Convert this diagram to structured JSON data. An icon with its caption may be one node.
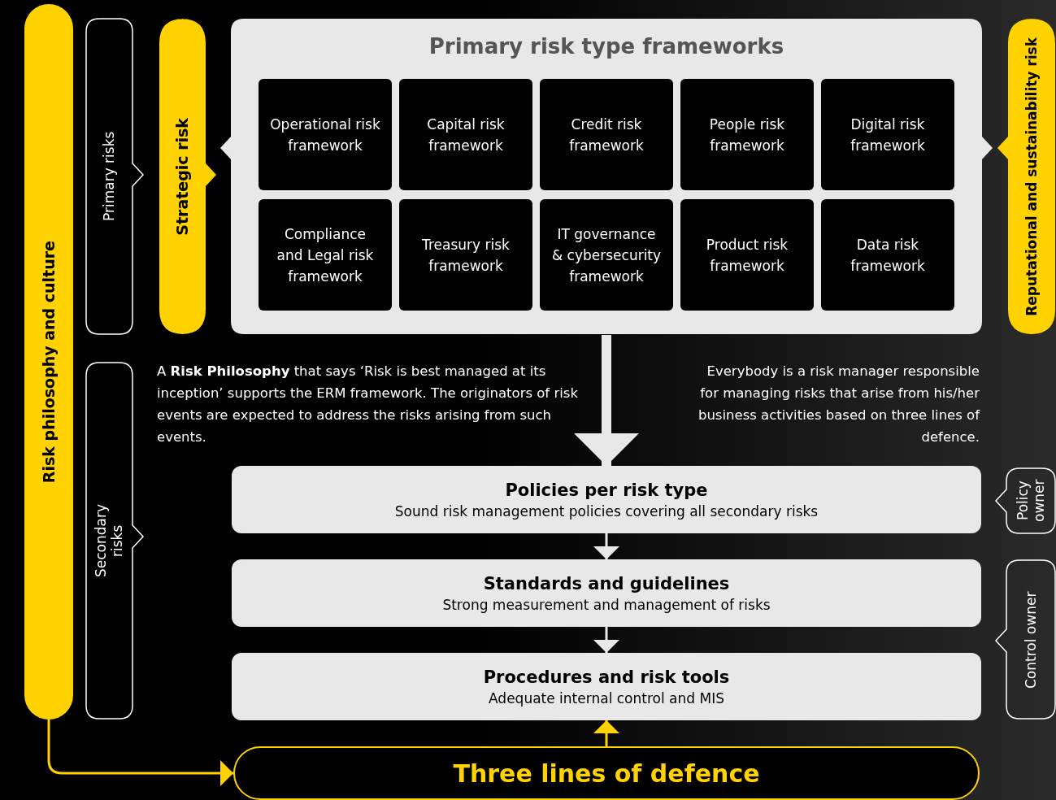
{
  "diagram": {
    "nodes": [
      {
        "text": [
          "Risk philosophy and culture"
        ]
      },
      {
        "text": [
          "Primary risks"
        ]
      },
      {
        "text": [
          "Secondary risks"
        ]
      },
      {
        "text": [
          "Strategic risk"
        ]
      },
      {
        "text": [
          "Primary risk type frameworks"
        ]
      },
      {
        "text": [
          "Operational risk framework"
        ],
        "in": 4
      },
      {
        "text": [
          "Capital risk framework"
        ],
        "in": 4
      },
      {
        "text": [
          "Credit risk framework"
        ],
        "in": 4
      },
      {
        "text": [
          "People risk framework"
        ],
        "in": 4
      },
      {
        "text": [
          "Digital risk framework"
        ],
        "in": 4
      },
      {
        "text": [
          "Compliance and Legal risk framework"
        ],
        "in": 4
      },
      {
        "text": [
          "Treasury risk framework"
        ],
        "in": 4
      },
      {
        "text": [
          "IT governance & cybersecurity framework"
        ],
        "in": 4
      },
      {
        "text": [
          "Product risk framework"
        ],
        "in": 4
      },
      {
        "text": [
          "Data risk framework"
        ],
        "in": 4
      },
      {
        "text": [
          "Reputational and sustainability risk"
        ]
      },
      {
        "text": [
          "Policies per risk type",
          "Sound risk management policies covering all secondary risks"
        ]
      },
      {
        "text": [
          "Standards and guidelines",
          "Strong measurement and management of risks"
        ]
      },
      {
        "text": [
          "Procedures and risk tools",
          "Adequate internal control and MIS"
        ]
      },
      {
        "text": [
          "Policy owner"
        ]
      },
      {
        "text": [
          "Control owner"
        ]
      },
      {
        "text": [
          "Three lines of defence"
        ]
      }
    ],
    "edges": [
      {
        "from": 4,
        "to": 16,
        "arrow": "to",
        "style": "thick"
      },
      {
        "from": 16,
        "to": 17,
        "arrow": "to"
      },
      {
        "from": 17,
        "to": 18,
        "arrow": "to"
      },
      {
        "from": 21,
        "to": 18,
        "arrow": "to",
        "color": "#ffd200"
      },
      {
        "from": 0,
        "to": 21,
        "arrow": "to",
        "color": "#ffd200"
      }
    ],
    "labels": [
      "A **Risk Philosophy** that says ‘Risk is best managed at its inception’ supports the ERM framework. The originators of risk events are expected to address the risks arising from such events.",
      "Everybody is a risk manager responsible for managing risks that arise from his/her business activities based on three lines of defence."
    ]
  }
}
